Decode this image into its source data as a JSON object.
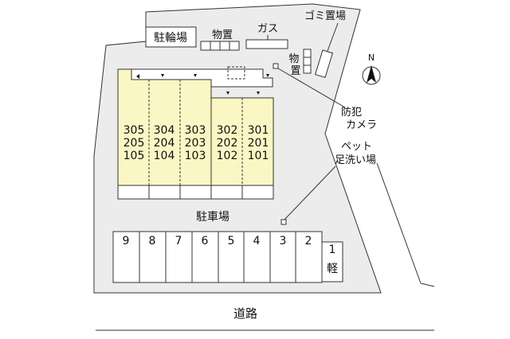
{
  "labels": {
    "bicycle_parking": "駐輪場",
    "storage_top": "物置",
    "gas": "ガス",
    "garbage": "ゴミ置場",
    "storage_side": "物置",
    "camera": "防犯\nカメラ",
    "pet_wash": "ペット\n足洗い場",
    "parking_lot": "駐車場",
    "road": "道路",
    "north": "N"
  },
  "units": {
    "columns": [
      [
        "305",
        "205",
        "105"
      ],
      [
        "304",
        "204",
        "104"
      ],
      [
        "303",
        "203",
        "103"
      ],
      [
        "302",
        "202",
        "102"
      ],
      [
        "301",
        "201",
        "101"
      ]
    ]
  },
  "parking_spaces": [
    "9",
    "8",
    "7",
    "6",
    "5",
    "4",
    "3",
    "2",
    "1",
    "軽"
  ],
  "colors": {
    "building": "#fbf7c4",
    "line": "#333333",
    "lot": "#ececec",
    "background": "#ffffff"
  }
}
